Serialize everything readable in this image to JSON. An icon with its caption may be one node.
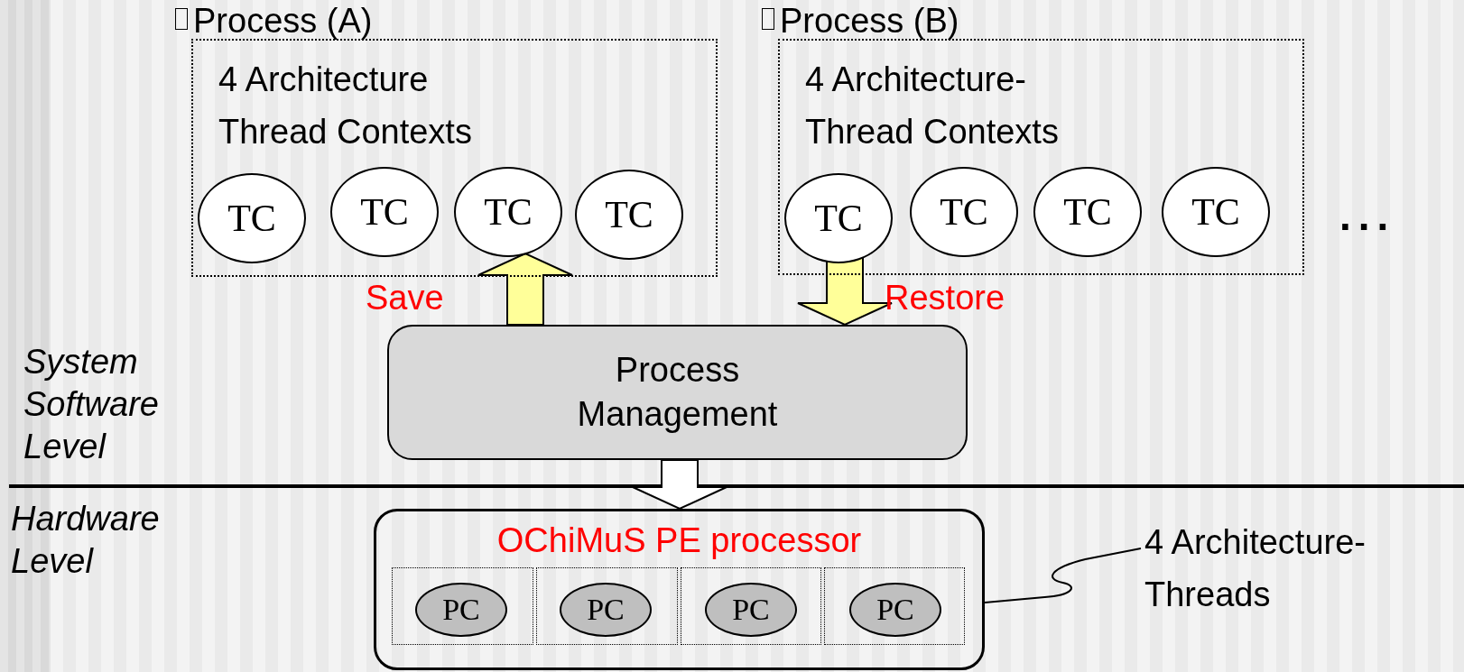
{
  "diagram": {
    "nodes": [
      {
        "text": [
          "Process (A)",
          "4 Architecture Thread Contexts"
        ]
      },
      {
        "text": [
          "TC"
        ],
        "in": 0
      },
      {
        "text": [
          "TC"
        ],
        "in": 0
      },
      {
        "text": [
          "TC"
        ],
        "in": 0
      },
      {
        "text": [
          "TC"
        ],
        "in": 0
      },
      {
        "text": [
          "Process (B)",
          "4 Architecture- Thread Contexts"
        ]
      },
      {
        "text": [
          "TC"
        ],
        "in": 5
      },
      {
        "text": [
          "TC"
        ],
        "in": 5
      },
      {
        "text": [
          "TC"
        ],
        "in": 5
      },
      {
        "text": [
          "TC"
        ],
        "in": 5
      },
      {
        "text": [
          "Process Management"
        ]
      },
      {
        "text": [
          "OChiMuS PE processor"
        ]
      },
      {
        "text": [],
        "shape": "box",
        "in": 11
      },
      {
        "text": [
          "PC"
        ],
        "in": 12
      },
      {
        "text": [],
        "shape": "box",
        "in": 11
      },
      {
        "text": [
          "PC"
        ],
        "in": 14
      },
      {
        "text": [],
        "shape": "box",
        "in": 11
      },
      {
        "text": [
          "PC"
        ],
        "in": 16
      },
      {
        "text": [],
        "shape": "box",
        "in": 11
      },
      {
        "text": [
          "PC"
        ],
        "in": 18
      },
      {
        "text": [
          "4 Architecture- Threads"
        ]
      }
    ],
    "edges": [
      {
        "from": 10,
        "to": 3,
        "arrow": "to",
        "label": "Save",
        "style": "thick"
      },
      {
        "from": 6,
        "to": 10,
        "arrow": "to",
        "label": "Restore",
        "style": "thick"
      },
      {
        "from": 10,
        "to": 11,
        "arrow": "to",
        "style": "thick",
        "color": "#ffffff"
      },
      {
        "from": 20,
        "to": 11,
        "arrow": "none"
      }
    ],
    "labels": [
      "System Software Level",
      "Hardware Level",
      "..."
    ]
  }
}
